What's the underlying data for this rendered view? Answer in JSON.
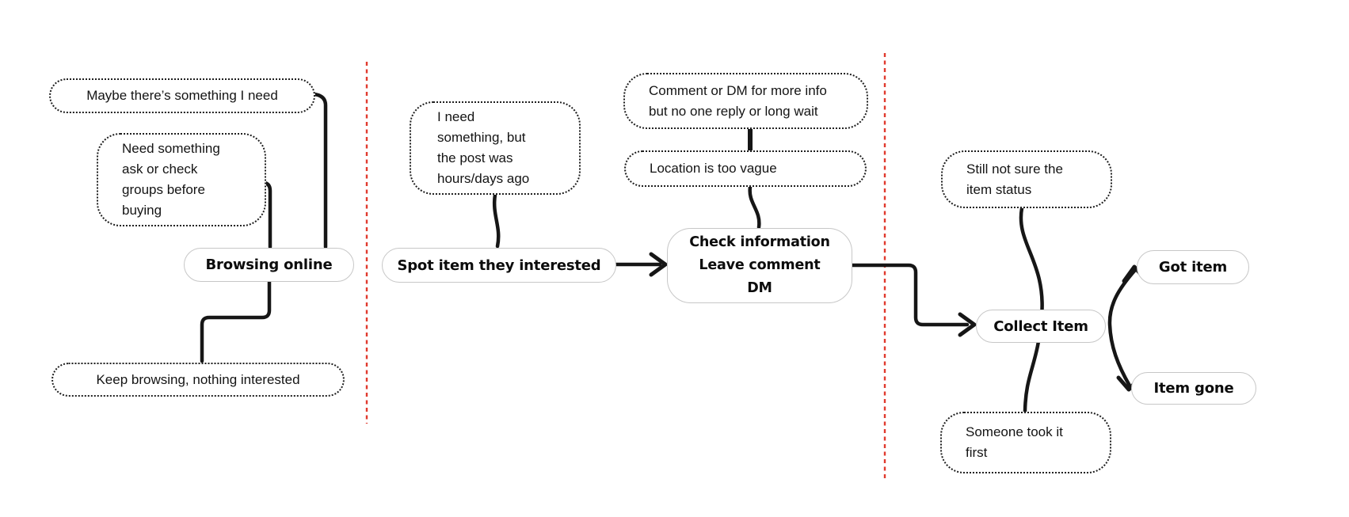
{
  "colors": {
    "divider_red": "#e03a2e",
    "connector_black": "#161616",
    "solid_border": "#c7c7c7",
    "dotted_border": "#1f1f1f",
    "node_bg": "#ffffff",
    "text_dark": "#141414"
  },
  "nodes": {
    "maybe_need": {
      "type": "thought",
      "label": "Maybe there’s something I need"
    },
    "need_ask": {
      "type": "thought",
      "label": "Need something\nask or check\ngroups before\nbuying"
    },
    "browsing_online": {
      "type": "action",
      "label": "Browsing online"
    },
    "keep_browsing": {
      "type": "thought",
      "label": "Keep browsing, nothing interested"
    },
    "i_need_something": {
      "type": "thought",
      "label": "I need\nsomething, but\nthe post was\nhours/days ago"
    },
    "spot_item": {
      "type": "action",
      "label": "Spot item they interested"
    },
    "comment_dm": {
      "type": "thought",
      "label": "Comment or DM for more info\nbut no one reply or long wait"
    },
    "location_vague": {
      "type": "thought",
      "label": "Location is too vague"
    },
    "check_info": {
      "type": "action",
      "label": "Check information\nLeave comment\nDM"
    },
    "still_not_sure": {
      "type": "thought",
      "label": "Still not sure the\nitem status"
    },
    "collect_item": {
      "type": "action",
      "label": "Collect Item"
    },
    "got_item": {
      "type": "action",
      "label": "Got item"
    },
    "item_gone": {
      "type": "action",
      "label": "Item gone"
    },
    "someone_took": {
      "type": "thought",
      "label": "Someone took it\nfirst"
    }
  },
  "edges": [
    {
      "from": "maybe_need",
      "to": "browsing_online",
      "style": "elbow"
    },
    {
      "from": "need_ask",
      "to": "browsing_online",
      "style": "elbow"
    },
    {
      "from": "browsing_online",
      "to": "keep_browsing",
      "style": "elbow"
    },
    {
      "from": "i_need_something",
      "to": "spot_item",
      "style": "curve"
    },
    {
      "from": "spot_item",
      "to": "check_info",
      "style": "arrow"
    },
    {
      "from": "comment_dm",
      "to": "location_vague",
      "style": "line"
    },
    {
      "from": "location_vague",
      "to": "check_info",
      "style": "curve"
    },
    {
      "from": "check_info",
      "to": "collect_item",
      "style": "elbow-arrow"
    },
    {
      "from": "still_not_sure",
      "to": "collect_item",
      "style": "curve"
    },
    {
      "from": "someone_took",
      "to": "collect_item",
      "style": "curve"
    },
    {
      "from": "collect_item",
      "to": "got_item",
      "style": "curved-arrow"
    },
    {
      "from": "collect_item",
      "to": "item_gone",
      "style": "curved-arrow"
    }
  ],
  "dividers": [
    {
      "name": "phase-divider-1",
      "color": "#e03a2e"
    },
    {
      "name": "phase-divider-2",
      "color": "#e03a2e"
    }
  ]
}
